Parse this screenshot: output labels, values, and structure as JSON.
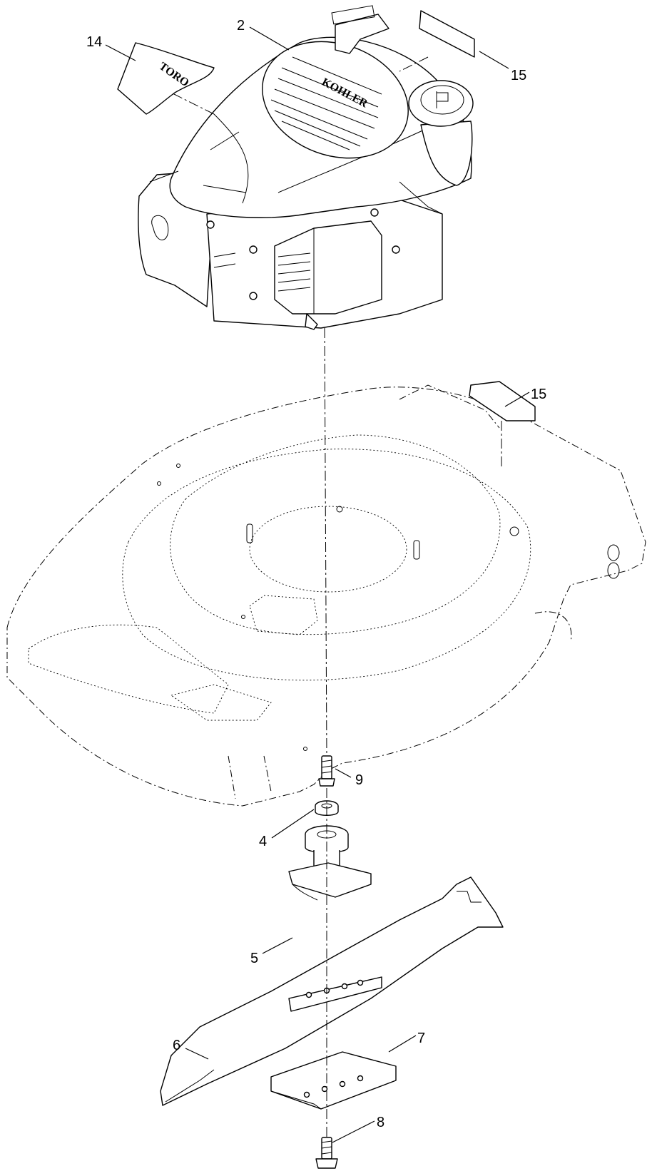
{
  "diagram": {
    "callouts": {
      "engine": "2",
      "engine_shield_decal": "14",
      "decal_top": "15",
      "decal_deck": "15",
      "washer": "4",
      "blade_adapter": "5",
      "blade": "6",
      "blade_stiffener": "7",
      "blade_bolt": "8",
      "adapter_bolt": "9"
    },
    "logos": {
      "shield_logo": "TORO",
      "recoil_logo": "KOHLER"
    }
  }
}
